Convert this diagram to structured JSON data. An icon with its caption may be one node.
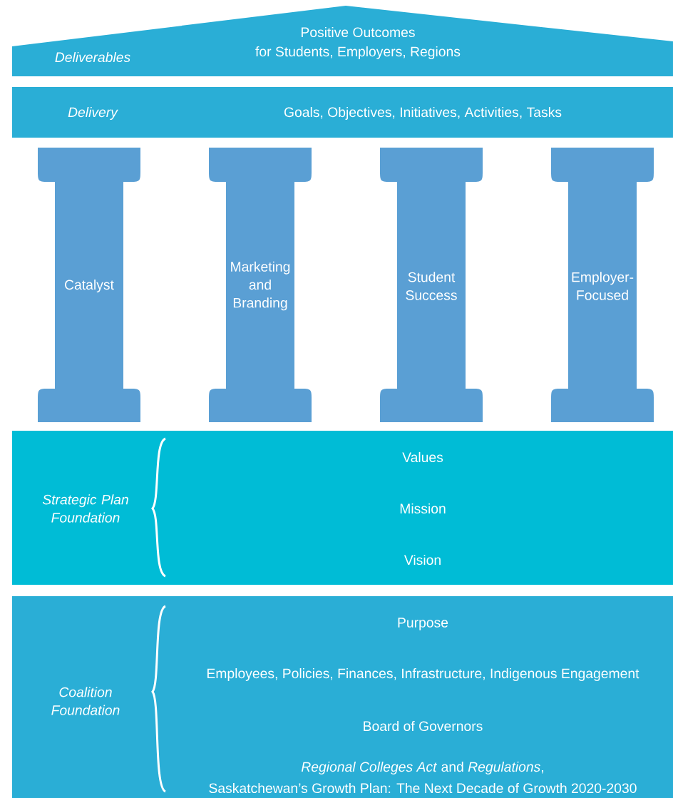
{
  "diagram": {
    "nodes": [
      {
        "text": [
          "Deliverables",
          "Positive Outcomes",
          "for Students, Employers, Regions"
        ]
      },
      {
        "text": [
          "Delivery",
          "Goals, Objectives, Initiatives, Activities, Tasks"
        ]
      },
      {
        "text": [
          "Catalyst"
        ]
      },
      {
        "text": [
          "Marketing and Branding"
        ]
      },
      {
        "text": [
          "Student Success"
        ]
      },
      {
        "text": [
          "Employer-Focused"
        ]
      },
      {
        "text": [
          "Strategic Plan Foundation",
          "Values",
          "Mission",
          "Vision"
        ]
      },
      {
        "text": [
          "Coalition Foundation",
          "Purpose",
          "Employees, Policies, Finances, Infrastructure, Indigenous Engagement",
          "Board of Governors",
          "*Regional Colleges Act* and *Regulations*,",
          "Saskatchewan’s Growth Plan: The Next Decade of Growth 2020-2030"
        ]
      }
    ],
    "edges": []
  }
}
